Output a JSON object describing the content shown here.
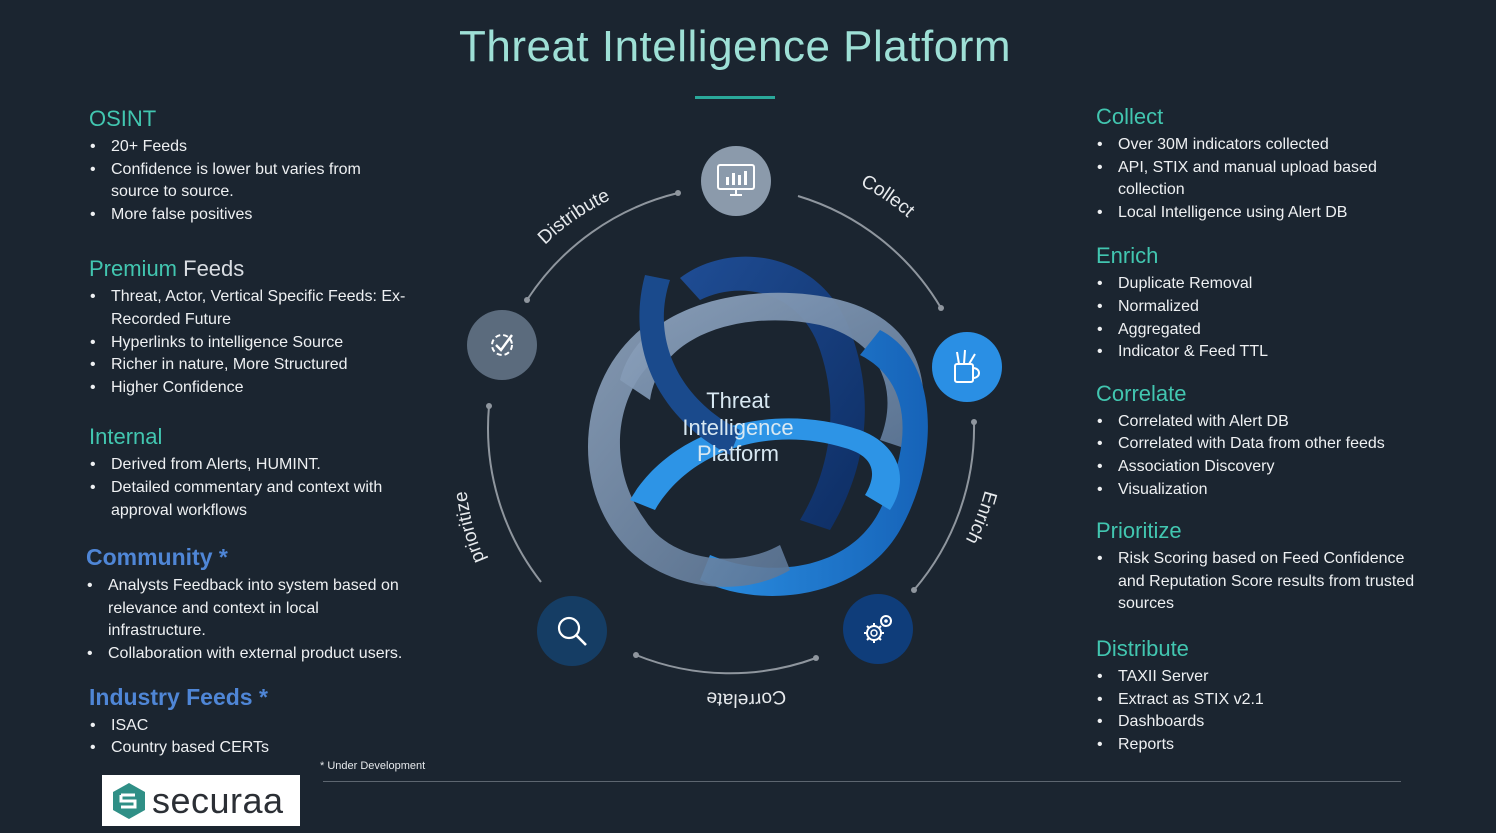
{
  "title": "Threat Intelligence Platform",
  "left": {
    "osint": {
      "heading": "OSINT",
      "items": [
        "20+ Feeds",
        "Confidence is lower but varies from source to source.",
        "More false positives"
      ]
    },
    "premium": {
      "heading_a": "Premium",
      "heading_b": " Feeds",
      "items": [
        "Threat, Actor, Vertical Specific Feeds: Ex- Recorded Future",
        "Hyperlinks to intelligence Source",
        "Richer in nature, More Structured",
        "Higher Confidence"
      ]
    },
    "internal": {
      "heading": "Internal",
      "items": [
        "Derived from Alerts, HUMINT.",
        "Detailed commentary and context with approval workflows"
      ]
    },
    "community": {
      "heading": "Community *",
      "items": [
        "Analysts Feedback into system based on relevance and context in local infrastructure.",
        "Collaboration with external product users."
      ]
    },
    "industry": {
      "heading": "Industry Feeds *",
      "items": [
        "ISAC",
        "Country based CERTs"
      ]
    }
  },
  "right": {
    "collect": {
      "heading": "Collect",
      "items": [
        "Over 30M indicators collected",
        "API, STIX and manual upload based collection",
        "Local Intelligence using Alert DB"
      ]
    },
    "enrich": {
      "heading": "Enrich",
      "items": [
        "Duplicate Removal",
        "Normalized",
        "Aggregated",
        "Indicator & Feed TTL"
      ]
    },
    "correlate": {
      "heading": "Correlate",
      "items": [
        "Correlated with Alert DB",
        "Correlated with Data from other feeds",
        "Association Discovery",
        "Visualization"
      ]
    },
    "prioritize": {
      "heading": "Prioritize",
      "items": [
        "Risk Scoring based on Feed Confidence and Reputation Score results from trusted sources"
      ]
    },
    "distribute": {
      "heading": "Distribute",
      "items": [
        "TAXII Server",
        "Extract as STIX v2.1",
        "Dashboards",
        "Reports"
      ]
    }
  },
  "cycle": {
    "center": [
      "Threat",
      "Intelligence",
      "Platform"
    ],
    "labels": {
      "distribute": "Distribute",
      "collect": "Collect",
      "enrich": "Enrich",
      "correlate": "Correlate",
      "prioritize": "prioritize"
    },
    "icons": {
      "top": "monitor-chart-icon",
      "right": "tools-mug-icon",
      "bottom_right": "gears-icon",
      "bottom_left": "magnifier-icon",
      "left": "gear-check-icon"
    }
  },
  "footnote": "* Under Development",
  "logo": {
    "text": "securaa"
  }
}
